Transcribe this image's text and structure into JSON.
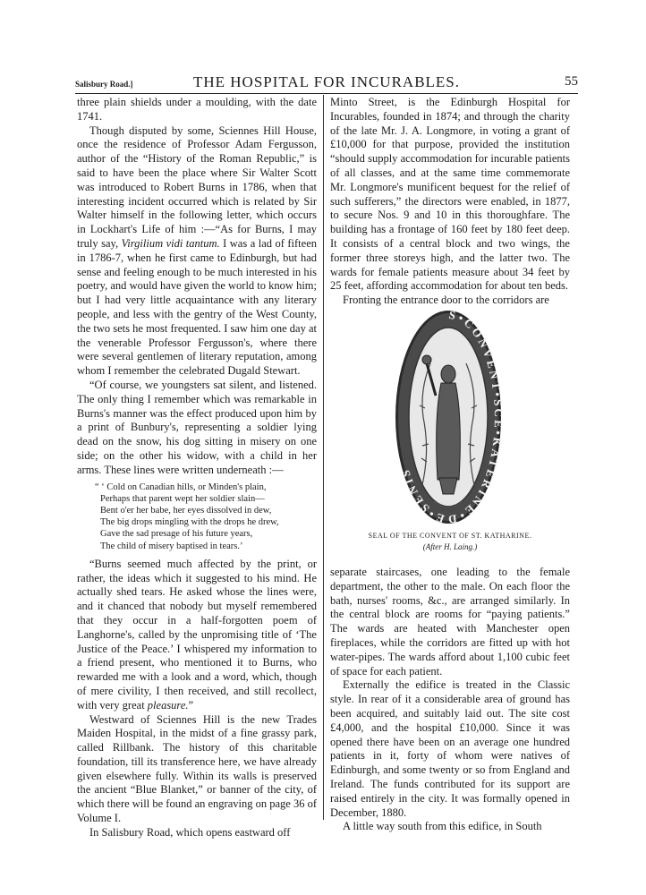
{
  "header": {
    "left": "Salisbury Road.]",
    "title": "THE HOSPITAL FOR INCURABLES.",
    "page_number": "55"
  },
  "left_column": {
    "p1": "three plain shields under a moulding, with the date 1741.",
    "p2_a": "Though disputed by some, Sciennes Hill House, once the residence of Professor Adam Fergusson, author of the “History of the Roman Republic,” is said to have been the place where Sir Walter Scott was introduced to Robert Burns in 1786, when that interesting incident occurred which is related by Sir Walter himself in the following letter, which occurs in Lockhart's Life of him :—“As for Burns, I may truly say, ",
    "p2_em": "Virgilium vidi tantum.",
    "p2_b": " I was a lad of fifteen in 1786-7, when he first came to Edinburgh, but had sense and feeling enough to be much interested in his poetry, and would have given the world to know him; but I had very little acquaintance with any literary people, and less with the gentry of the West County, the two sets he most frequented. I saw him one day at the venerable Professor Fergusson's, where there were several gentlemen of literary reputation, among whom I remember the celebrated Dugald Stewart.",
    "p3": "“Of course, we youngsters sat silent, and listened. The only thing I remember which was remarkable in Burns's manner was the effect produced upon him by a print of Bunbury's, representing a soldier lying dead on the snow, his dog sitting in misery on one side; on the other his widow, with a child in her arms. These lines were written underneath :—",
    "poem": [
      "“ ‘ Cold on Canadian hills, or Minden's plain,",
      "Perhaps that parent wept her soldier slain—",
      "Bent o'er her babe, her eyes dissolved in dew,",
      "The big drops mingling with the drops he drew,",
      "Gave the sad presage of his future years,",
      "The child of misery baptised in tears.’"
    ],
    "p4_a": "“Burns seemed much affected by the print, or rather, the ideas which it suggested to his mind. He actually shed tears. He asked whose the lines were, and it chanced that nobody but myself remembered that they occur in a half-forgotten poem of Langhorne's, called by the unpromising title of ‘The Justice of the Peace.’ I whispered my information to a friend present, who mentioned it to Burns, who rewarded me with a look and a word, which, though of mere civility, I then received, and still recollect, with very great ",
    "p4_em": "pleasure.",
    "p4_b": "”",
    "p5": "Westward of Sciennes Hill is the new Trades Maiden Hospital, in the midst of a fine grassy park, called Rillbank. The history of this charitable foundation, till its transference here, we have already given elsewhere fully. Within its walls is preserved the ancient “Blue Blanket,” or banner of the city, of which there will be found an engraving on page 36 of Volume I.",
    "p6": "In Salisbury Road, which opens eastward off"
  },
  "right_column": {
    "p1": "Minto Street, is the Edinburgh Hospital for Incurables, founded in 1874; and through the charity of the late Mr. J. A. Longmore, in voting a grant of £10,000 for that purpose, provided the institution “should supply accommodation for incurable patients of all classes, and at the same time commemorate Mr. Longmore's munificent bequest for the relief of such sufferers,” the directors were enabled, in 1877, to secure Nos. 9 and 10 in this thoroughfare. The building has a frontage of 160 feet by 180 feet deep. It consists of a central block and two wings, the former three storeys high, and the latter two. The wards for female patients measure about 34 feet by 25 feet, affording accommodation for about ten beds.",
    "p2": "Fronting the entrance door to the corridors are",
    "p3": "separate staircases, one leading to the female department, the other to the male. On each floor the bath, nurses' rooms, &c., are arranged similarly. In the central block are rooms for “paying patients.” The wards are heated with Manchester open fireplaces, while the corridors are fitted up with hot water-pipes. The wards afford about 1,100 cubic feet of space for each patient.",
    "p4": "Externally the edifice is treated in the Classic style. In rear of it a considerable area of ground has been acquired, and suitably laid out. The site cost £4,000, and the hospital £10,000. Since it was opened there have been on an average one hundred patients in it, forty of whom were natives of Edinburgh, and some twenty or so from England and Ireland. The funds contributed for its support are raised entirely in the city. It was formally opened in December, 1880.",
    "p5": "A little way south from this edifice, in South"
  },
  "figure": {
    "seal_legend": "S•CONVENT•SCE•KATERINE•DE•SENIS",
    "caption": "SEAL OF THE CONVENT OF ST. KATHARINE.",
    "credit": "(After H. Laing.)"
  }
}
